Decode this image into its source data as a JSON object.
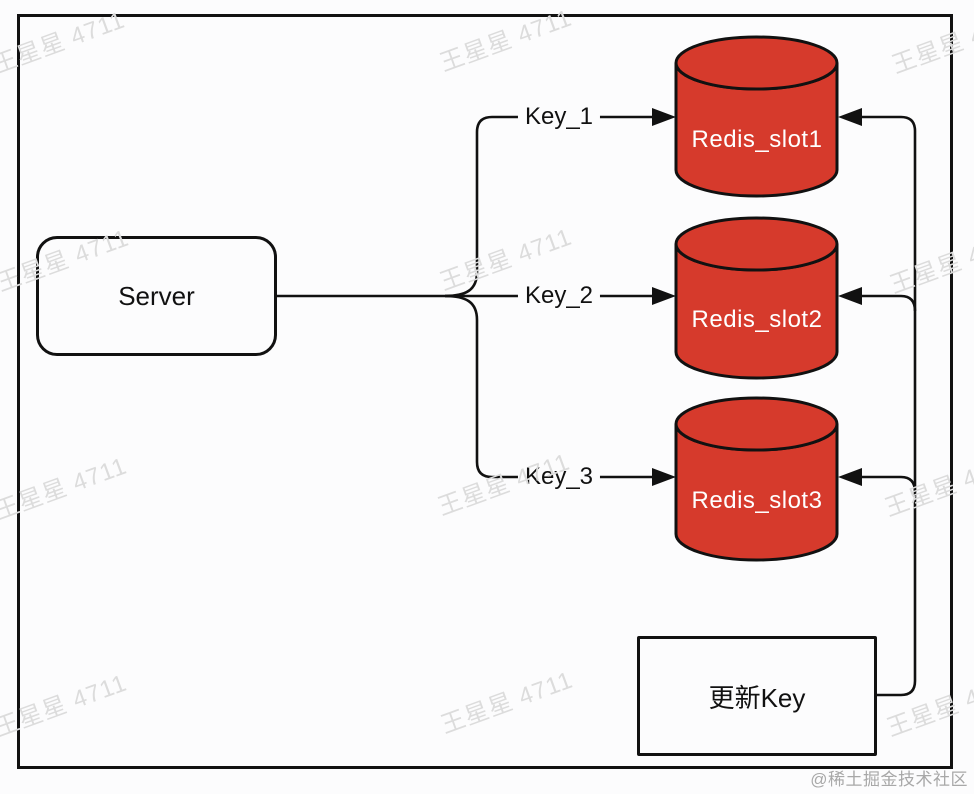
{
  "diagram": {
    "server": {
      "label": "Server"
    },
    "keys": [
      {
        "label": "Key_1"
      },
      {
        "label": "Key_2"
      },
      {
        "label": "Key_3"
      }
    ],
    "redis_slots": [
      {
        "label": "Redis_slot1"
      },
      {
        "label": "Redis_slot2"
      },
      {
        "label": "Redis_slot3"
      }
    ],
    "update_key": {
      "label": "更新Key"
    }
  },
  "watermark": {
    "text": "王星星 4711"
  },
  "attribution": {
    "text": "@稀土掘金技术社区"
  },
  "colors": {
    "redis_red": "#d63a2c",
    "line_black": "#111111",
    "watermark_gray": "#dcdcdc",
    "attribution_gray": "#a8a8a8"
  }
}
